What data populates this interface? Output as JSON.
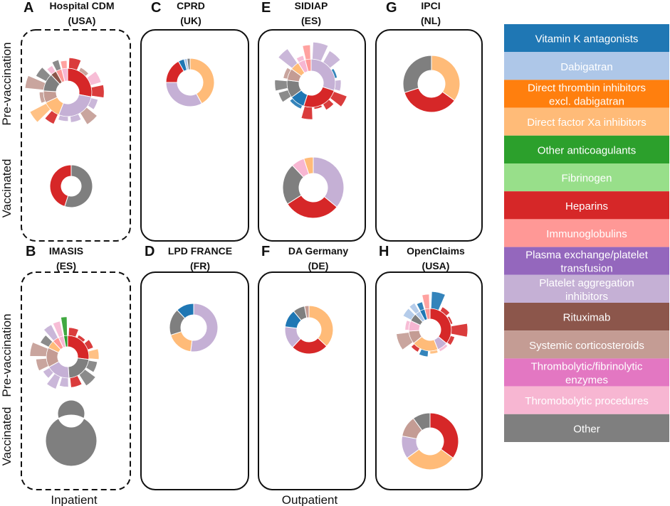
{
  "legend": {
    "items": [
      {
        "label": "Vitamin K antagonists",
        "color": "#1f77b4",
        "text_color": "#ffffff"
      },
      {
        "label": "Dabigatran",
        "color": "#aec7e8",
        "text_color": "#ffffff"
      },
      {
        "label": "Direct thrombin inhibitors excl. dabigatran",
        "lines": [
          "Direct thrombin inhibitors",
          "excl. dabigatran"
        ],
        "color": "#ff7f0e",
        "text_color": "#ffffff"
      },
      {
        "label": "Direct factor Xa inhibitors",
        "color": "#ffbb78",
        "text_color": "#ffffff"
      },
      {
        "label": "Other anticoagulants",
        "color": "#2ca02c",
        "text_color": "#ffffff"
      },
      {
        "label": "Fibrinogen",
        "color": "#98df8a",
        "text_color": "#ffffff"
      },
      {
        "label": "Heparins",
        "color": "#d62728",
        "text_color": "#ffffff"
      },
      {
        "label": "Immunoglobulins",
        "color": "#ff9896",
        "text_color": "#ffffff"
      },
      {
        "label": "Plasma exchange/platelet transfusion",
        "lines": [
          "Plasma exchange/platelet",
          "transfusion"
        ],
        "color": "#9467bd",
        "text_color": "#ffffff"
      },
      {
        "label": "Platelet aggregation inhibitors",
        "lines": [
          "Platelet aggregation",
          "inhibitors"
        ],
        "color": "#c5b0d5",
        "text_color": "#ffffff"
      },
      {
        "label": "Rituximab",
        "color": "#8c564b",
        "text_color": "#ffffff"
      },
      {
        "label": "Systemic corticosteroids",
        "color": "#c49c94",
        "text_color": "#ffffff"
      },
      {
        "label": "Thrombolytic/fibrinolytic enzymes",
        "lines": [
          "Thrombolytic/fibrinolytic",
          "enzymes"
        ],
        "color": "#e377c2",
        "text_color": "#ffffff"
      },
      {
        "label": "Thromobolytic procedures",
        "color": "#f7b6d2",
        "text_color": "#ffffff"
      },
      {
        "label": "Other",
        "color": "#7f7f7f",
        "text_color": "#ffffff"
      }
    ]
  },
  "row_labels": {
    "pre": "Pre-vaccination",
    "vacc": "Vaccinated"
  },
  "bottom_labels": {
    "inpatient": "Inpatient",
    "outpatient": "Outpatient"
  },
  "chart_data": [
    {
      "type": "pie",
      "panel": "A",
      "title": "Hospital CDM",
      "subtitle": "(USA)",
      "setting": "Inpatient",
      "period": "Pre-vaccination",
      "sunburst": true,
      "slices": [
        {
          "category": "Heparins",
          "share": 0.28
        },
        {
          "category": "Platelet aggregation inhibitors",
          "share": 0.28
        },
        {
          "category": "Direct factor Xa inhibitors",
          "share": 0.12
        },
        {
          "category": "Systemic corticosteroids",
          "share": 0.08
        },
        {
          "category": "Other",
          "share": 0.12
        },
        {
          "category": "Rituximab",
          "share": 0.04
        },
        {
          "category": "Immunoglobulins",
          "share": 0.04
        },
        {
          "category": "Thromobolytic procedures",
          "share": 0.04
        }
      ]
    },
    {
      "type": "pie",
      "panel": "A",
      "period": "Vaccinated",
      "slices": [
        {
          "category": "Other",
          "share": 0.55
        },
        {
          "category": "Heparins",
          "share": 0.45
        }
      ]
    },
    {
      "type": "pie",
      "panel": "B",
      "title": "IMASIS",
      "subtitle": "(ES)",
      "setting": "Inpatient",
      "period": "Pre-vaccination",
      "sunburst": true,
      "slices": [
        {
          "category": "Heparins",
          "share": 0.27
        },
        {
          "category": "Other",
          "share": 0.22
        },
        {
          "category": "Platelet aggregation inhibitors",
          "share": 0.18
        },
        {
          "category": "Systemic corticosteroids",
          "share": 0.15
        },
        {
          "category": "Direct factor Xa inhibitors",
          "share": 0.06
        },
        {
          "category": "Immunoglobulins",
          "share": 0.05
        },
        {
          "category": "Thromobolytic procedures",
          "share": 0.04
        },
        {
          "category": "Other anticoagulants",
          "share": 0.03
        }
      ]
    },
    {
      "type": "pie",
      "panel": "B",
      "period": "Vaccinated",
      "slices": [
        {
          "category": "Other",
          "share": 1.0
        }
      ]
    },
    {
      "type": "pie",
      "panel": "C",
      "title": "CPRD",
      "subtitle": "(UK)",
      "setting": "Outpatient",
      "period": "Pre-vaccination",
      "slices": [
        {
          "category": "Direct factor Xa inhibitors",
          "share": 0.42
        },
        {
          "category": "Platelet aggregation inhibitors",
          "share": 0.33
        },
        {
          "category": "Heparins",
          "share": 0.17
        },
        {
          "category": "Vitamin K antagonists",
          "share": 0.04
        },
        {
          "category": "Dabigatran",
          "share": 0.02
        },
        {
          "category": "Other",
          "share": 0.02
        }
      ]
    },
    {
      "type": "pie",
      "panel": "D",
      "title": "LPD FRANCE",
      "subtitle": "(FR)",
      "setting": "Outpatient",
      "period": "Pre-vaccination",
      "slices": [
        {
          "category": "Platelet aggregation inhibitors",
          "share": 0.52
        },
        {
          "category": "Direct factor Xa inhibitors",
          "share": 0.18
        },
        {
          "category": "Other",
          "share": 0.18
        },
        {
          "category": "Vitamin K antagonists",
          "share": 0.12
        }
      ]
    },
    {
      "type": "pie",
      "panel": "E",
      "title": "SIDIAP",
      "subtitle": "(ES)",
      "setting": "Outpatient",
      "period": "Pre-vaccination",
      "sunburst": true,
      "slices": [
        {
          "category": "Platelet aggregation inhibitors",
          "share": 0.3
        },
        {
          "category": "Heparins",
          "share": 0.25
        },
        {
          "category": "Vitamin K antagonists",
          "share": 0.1
        },
        {
          "category": "Other",
          "share": 0.12
        },
        {
          "category": "Systemic corticosteroids",
          "share": 0.08
        },
        {
          "category": "Direct factor Xa inhibitors",
          "share": 0.06
        },
        {
          "category": "Thromobolytic procedures",
          "share": 0.05
        },
        {
          "category": "Immunoglobulins",
          "share": 0.04
        }
      ]
    },
    {
      "type": "pie",
      "panel": "E",
      "period": "Vaccinated",
      "slices": [
        {
          "category": "Platelet aggregation inhibitors",
          "share": 0.36
        },
        {
          "category": "Heparins",
          "share": 0.3
        },
        {
          "category": "Other",
          "share": 0.22
        },
        {
          "category": "Thromobolytic procedures",
          "share": 0.07
        },
        {
          "category": "Direct factor Xa inhibitors",
          "share": 0.05
        }
      ]
    },
    {
      "type": "pie",
      "panel": "F",
      "title": "DA Germany",
      "subtitle": "(DE)",
      "setting": "Outpatient",
      "period": "Pre-vaccination",
      "slices": [
        {
          "category": "Direct factor Xa inhibitors",
          "share": 0.37
        },
        {
          "category": "Heparins",
          "share": 0.25
        },
        {
          "category": "Platelet aggregation inhibitors",
          "share": 0.15
        },
        {
          "category": "Vitamin K antagonists",
          "share": 0.12
        },
        {
          "category": "Other",
          "share": 0.08
        },
        {
          "category": "Systemic corticosteroids",
          "share": 0.03
        }
      ]
    },
    {
      "type": "pie",
      "panel": "G",
      "title": "IPCI",
      "subtitle": "(NL)",
      "setting": "Outpatient",
      "period": "Pre-vaccination",
      "slices": [
        {
          "category": "Direct factor Xa inhibitors",
          "share": 0.35
        },
        {
          "category": "Heparins",
          "share": 0.35
        },
        {
          "category": "Other",
          "share": 0.3
        }
      ]
    },
    {
      "type": "pie",
      "panel": "H",
      "title": "OpenClaims",
      "subtitle": "(USA)",
      "setting": "Outpatient",
      "period": "Pre-vaccination",
      "sunburst": true,
      "slices": [
        {
          "category": "Heparins",
          "share": 0.36
        },
        {
          "category": "Platelet aggregation inhibitors",
          "share": 0.08
        },
        {
          "category": "Direct factor Xa inhibitors",
          "share": 0.2
        },
        {
          "category": "Systemic corticosteroids",
          "share": 0.1
        },
        {
          "category": "Thromobolytic procedures",
          "share": 0.08
        },
        {
          "category": "Other",
          "share": 0.06
        },
        {
          "category": "Dabigatran",
          "share": 0.04
        },
        {
          "category": "Vitamin K antagonists",
          "share": 0.04
        },
        {
          "category": "Immunoglobulins",
          "share": 0.04
        }
      ]
    },
    {
      "type": "pie",
      "panel": "H",
      "period": "Vaccinated",
      "slices": [
        {
          "category": "Heparins",
          "share": 0.35
        },
        {
          "category": "Direct factor Xa inhibitors",
          "share": 0.3
        },
        {
          "category": "Platelet aggregation inhibitors",
          "share": 0.13
        },
        {
          "category": "Systemic corticosteroids",
          "share": 0.12
        },
        {
          "category": "Other",
          "share": 0.1
        }
      ]
    }
  ]
}
